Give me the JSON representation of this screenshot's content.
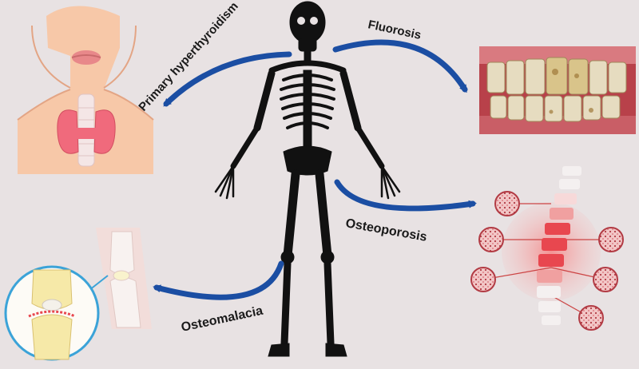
{
  "conditions": {
    "primary_hyperthyroidism": "Primary hyperthyroidism",
    "fluorosis": "Fluorosis",
    "osteoporosis": "Osteoporosis",
    "osteomalacia": "Osteomalacia"
  },
  "colors": {
    "background": "#e8e2e3",
    "arrow": "#1b4ea3",
    "skeleton": "#111111",
    "thyroid": "#f06a7c",
    "skin": "#f7c8a8",
    "gum": "#c9505a",
    "tooth": "#e6dcc0",
    "spine_highlight": "#e8474f"
  },
  "icons": {
    "skeleton": "human-skeleton-icon",
    "thyroid": "thyroid-neck-illustration",
    "teeth": "mottled-teeth-photo",
    "spine": "osteoporotic-spine-illustration",
    "knee": "knee-joint-illustration"
  }
}
